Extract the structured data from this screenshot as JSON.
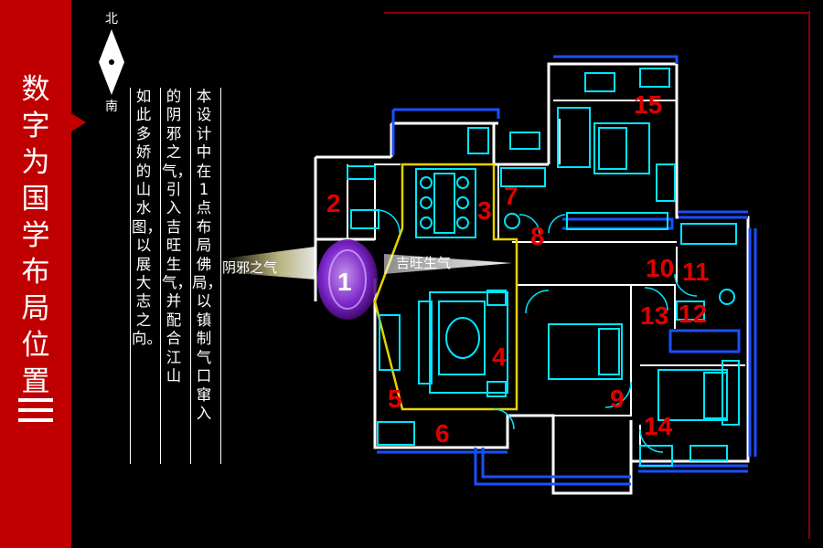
{
  "sidebar": {
    "title_chars": [
      "数",
      "字",
      "为",
      "国",
      "学",
      "布",
      "局",
      "位",
      "置"
    ],
    "accent_color": "#c00000"
  },
  "compass": {
    "north": "北",
    "south": "南"
  },
  "description": {
    "columns": [
      "本设计中在1点布局佛局，以镇制气口窜入",
      "的阴邪之气，引入吉旺生气，并配合江山",
      "如此多娇的山水图，以展大志之向。"
    ]
  },
  "floor_plan": {
    "flow_in_label": "阴邪之气",
    "flow_out_label": "吉旺生气",
    "position_markers": [
      "1",
      "2",
      "3",
      "4",
      "5",
      "6",
      "7",
      "8",
      "9",
      "10",
      "11",
      "12",
      "13",
      "14",
      "15"
    ],
    "colors": {
      "walls": "#ffffff",
      "fixtures": "#00ffff",
      "windows": "#1a4fff",
      "zone": "#e6d200",
      "markers": "#e00000",
      "orb": "#8a2be2"
    }
  }
}
